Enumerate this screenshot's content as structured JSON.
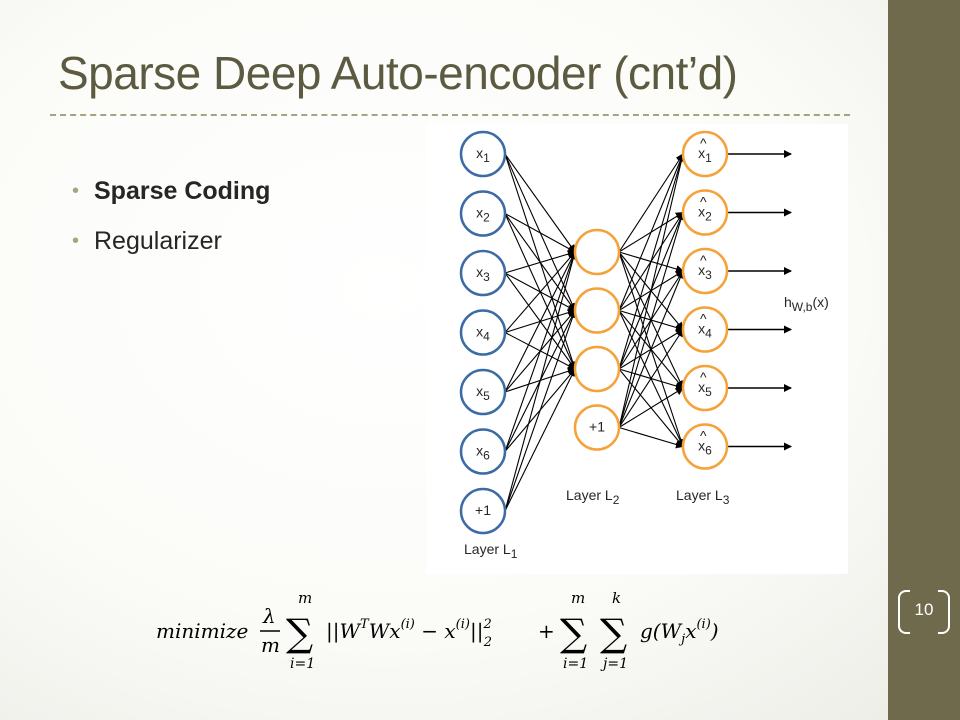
{
  "slide": {
    "title": "Sparse Deep Auto-encoder (cnt’d)",
    "page_number": "10"
  },
  "bullets": [
    {
      "text": "Sparse Coding",
      "bold": true
    },
    {
      "text": "Regularizer",
      "bold": false
    }
  ],
  "network": {
    "input_nodes": [
      "x",
      "x",
      "x",
      "x",
      "x",
      "x",
      "+1"
    ],
    "input_subscripts": [
      "1",
      "2",
      "3",
      "4",
      "5",
      "6",
      ""
    ],
    "hidden_nodes": [
      "",
      "",
      "",
      "+1"
    ],
    "output_nodes": [
      "x",
      "x",
      "x",
      "x",
      "x",
      "x"
    ],
    "output_subscripts": [
      "1",
      "2",
      "3",
      "4",
      "5",
      "6"
    ],
    "layer_labels": {
      "l1": "Layer L",
      "l1_sub": "1",
      "l2": "Layer L",
      "l2_sub": "2",
      "l3": "Layer L",
      "l3_sub": "3"
    },
    "hypothesis_label": "h",
    "hypothesis_sub": "W,b",
    "hypothesis_arg": "(x)",
    "colors": {
      "input": "#3c6ba5",
      "hidden": "#f5a23a",
      "output": "#f5a23a"
    }
  },
  "formula": {
    "minimize": "minimize",
    "lambda": "λ",
    "m": "m",
    "sum1_top": "m",
    "sum1_bottom": "i=1",
    "term1": "||W",
    "term1_sup_T": "T",
    "term1_mid": "Wx",
    "term1_sup_i": "(i)",
    "term1_minus": " − x",
    "term1_sup_i2": "(i)",
    "term1_end": "||",
    "term1_sup2": "2",
    "term1_sub2": "2",
    "plus": "+",
    "sum2_top": "m",
    "sum2_bottom": "i=1",
    "sum3_top": "k",
    "sum3_bottom": "j=1",
    "term2": "g(W",
    "term2_sub_j": "j",
    "term2_x": "x",
    "term2_sup_i": "(i)",
    "term2_end": ")"
  }
}
